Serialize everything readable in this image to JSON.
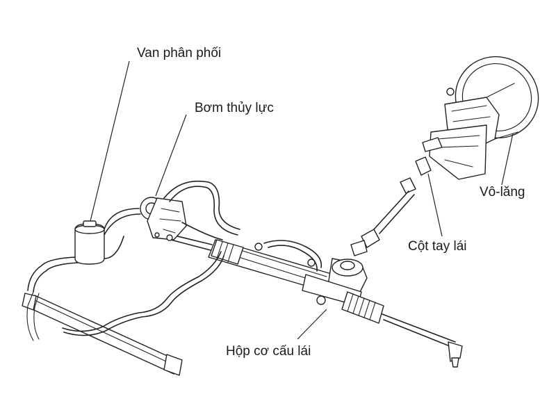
{
  "labels": {
    "valve": "Van phân phối",
    "pump": "Bơm thủy lực",
    "wheel": "Vô-lăng",
    "column": "Cột tay lái",
    "rack": "Hộp cơ cấu lái"
  },
  "icons": [
    "steering-wheel-icon",
    "steering-column-icon",
    "hydraulic-pump-icon",
    "reservoir-icon",
    "steering-rack-icon",
    "cooler-icon"
  ]
}
